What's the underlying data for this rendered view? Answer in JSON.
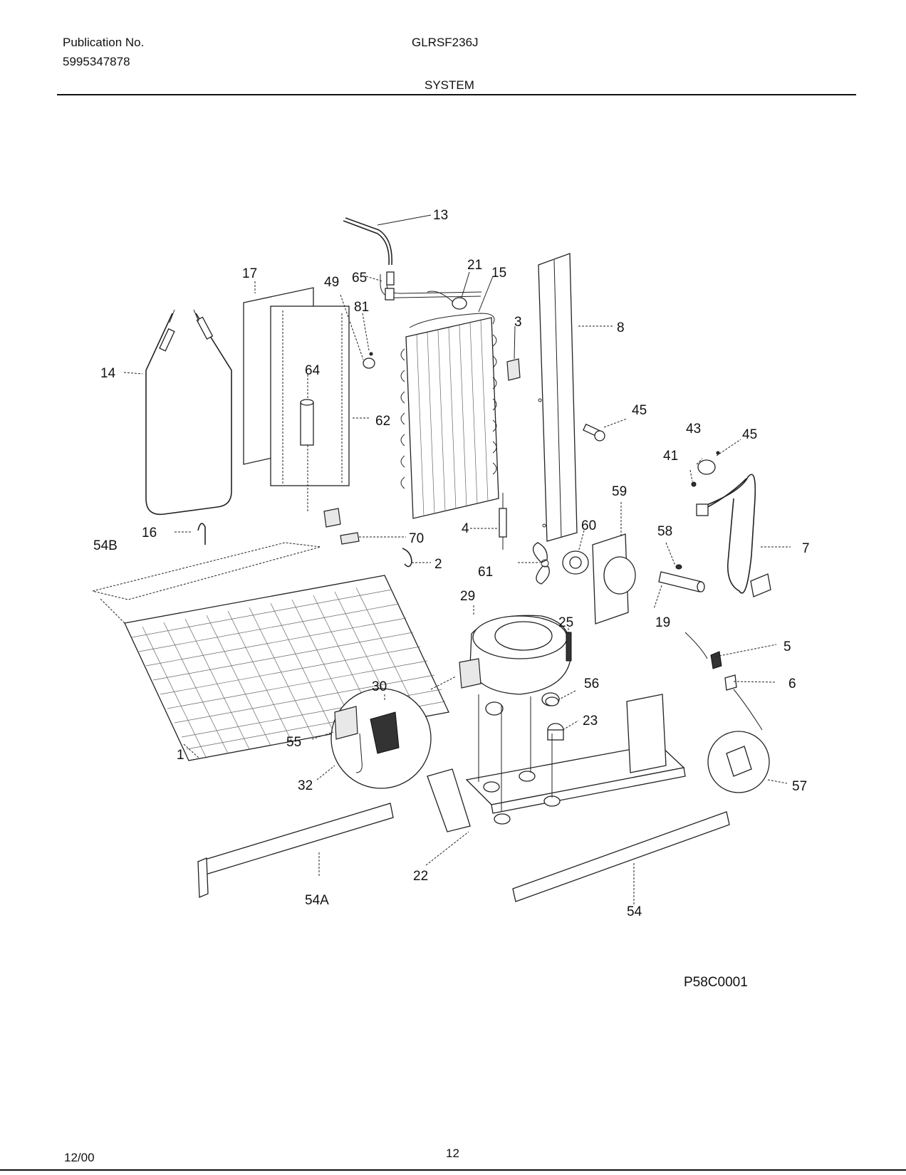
{
  "header": {
    "publication_label": "Publication No.",
    "publication_number": "5995347878",
    "model": "GLRSF236J",
    "section": "SYSTEM"
  },
  "diagram": {
    "drawing_id": "P58C0001",
    "callouts": [
      "13",
      "17",
      "49",
      "65",
      "81",
      "21",
      "15",
      "3",
      "8",
      "14",
      "64",
      "62",
      "45",
      "43",
      "45",
      "41",
      "59",
      "7",
      "54B",
      "16",
      "70",
      "4",
      "2",
      "60",
      "58",
      "61",
      "29",
      "19",
      "25",
      "5",
      "6",
      "30",
      "56",
      "23",
      "55",
      "1",
      "32",
      "57",
      "22",
      "54A",
      "54"
    ]
  },
  "footer": {
    "date": "12/00",
    "page": "12"
  }
}
